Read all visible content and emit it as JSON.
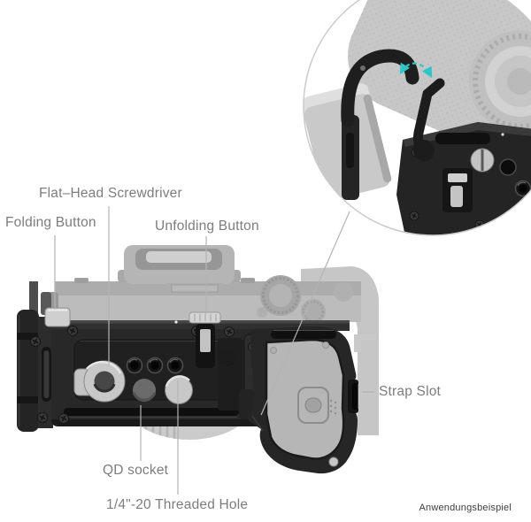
{
  "figure": {
    "callouts": {
      "flat_head_screwdriver": "Flat–Head Screwdriver",
      "folding_button": "Folding Button",
      "unfolding_button": "Unfolding Button",
      "strap_slot": "Strap Slot",
      "qd_socket": "QD socket",
      "quarter_20_threaded_hole": "1/4\"-20 Threaded Hole"
    },
    "caption": "Anwendungsbeispiel",
    "inset": {
      "icon": "rotation-arrow",
      "shows": "folding lever detail"
    },
    "colors": {
      "label_text": "#7d7d7d",
      "caption_text": "#3d3d3d",
      "leader_line": "#b3b3b3",
      "inset_ring": "#cbcbcb",
      "bracket_black": "#262626",
      "silver": "#c9c9c9",
      "faded_camera": "#c3c3c3",
      "arrow_teal": "#2cc6c6"
    }
  }
}
